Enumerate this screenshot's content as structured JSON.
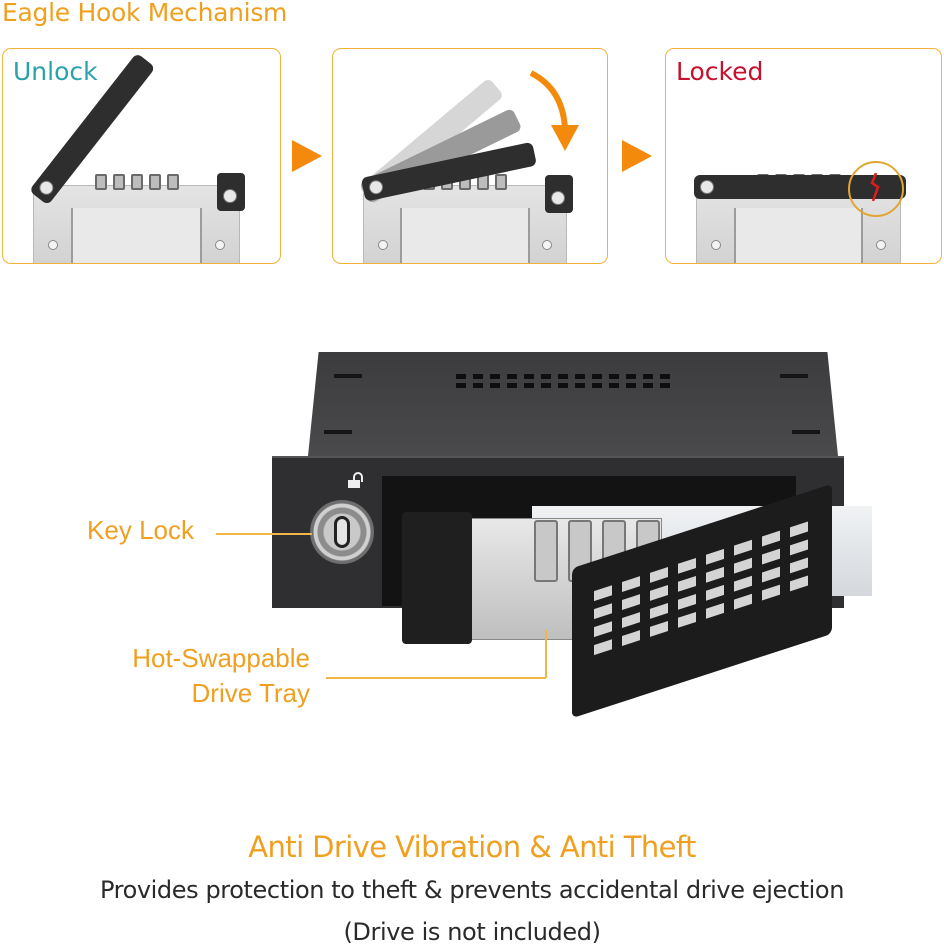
{
  "header": {
    "title": "Eagle Hook Mechanism"
  },
  "steps": [
    {
      "label": "Unlock",
      "color": "#2aa3a8"
    },
    {
      "label": ""
    },
    {
      "label": "Locked",
      "color": "#c8102e"
    }
  ],
  "colors": {
    "accent_orange": "#f0a020",
    "arrow_orange": "#f48a0c",
    "panel_border": "#f2b13c",
    "unlock_teal": "#2aa3a8",
    "locked_red": "#c8102e",
    "body_text": "#2a2a2a"
  },
  "icons": {
    "step_arrow": "triangle-right-icon",
    "rotate_arrow": "curved-arrow-down-icon",
    "unlock_symbol": "unlocked-padlock-icon"
  },
  "callouts": {
    "key_lock": "Key Lock",
    "drive_tray_line1": "Hot-Swappable",
    "drive_tray_line2": "Drive Tray"
  },
  "footer": {
    "title": "Anti Drive Vibration & Anti Theft",
    "description": "Provides protection to theft & prevents accidental drive ejection",
    "note": "(Drive is not included)"
  }
}
